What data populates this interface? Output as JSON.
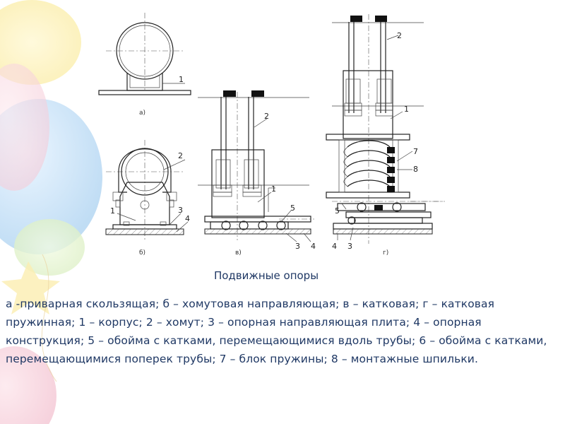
{
  "figure": {
    "labels": {
      "a_part1": "1",
      "b_part2": "2",
      "b_part1": "1",
      "b_part3": "3",
      "b_part4": "4",
      "v_part2": "2",
      "v_part1": "1",
      "v_part5": "5",
      "v_part3": "3",
      "v_part4": "4",
      "g_part2": "2",
      "g_part1": "1",
      "g_part7": "7",
      "g_part8": "8",
      "g_part5": "5",
      "g_part4": "4",
      "g_part3": "3"
    },
    "sublabels": {
      "a": "а)",
      "b": "б)",
      "v": "в)",
      "g": "г)"
    }
  },
  "title": "Подвижные опоры",
  "caption": "а -приварная скользящая; б – хомутовая направляющая; в – катковая; г – катковая пружинная; 1 – корпус; 2 – хомут; 3 – опорная направляющая плита; 4 – опорная конструкция; 5 – обойма с катками, перемещающимися вдоль трубы; 6 – обойма с катками, перемещающимися поперек трубы; 7 – блок пружины; 8 – монтажные шпильки."
}
